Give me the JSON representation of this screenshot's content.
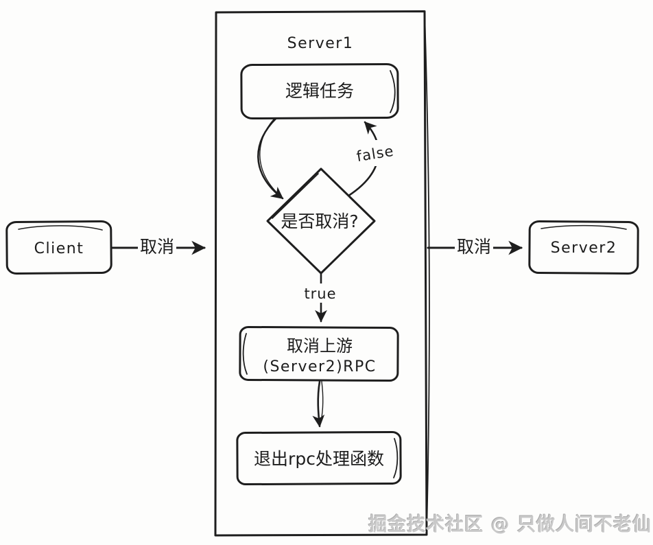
{
  "page": {
    "background": "#fdfdfc",
    "ink_color": "#1e1e1e",
    "watermark_color": "#c9c9c9"
  },
  "diagram": {
    "container": {
      "title": "Server1"
    },
    "nodes": {
      "client": {
        "label": "Client"
      },
      "server2": {
        "label": "Server2"
      },
      "logic_task": {
        "label": "逻辑任务"
      },
      "decision": {
        "label": "是否取消?"
      },
      "cancel_upstream": {
        "line1": "取消上游",
        "line2": "(Server2)RPC"
      },
      "exit_handler": {
        "label": "退出rpc处理函数"
      }
    },
    "edges": {
      "client_to_server1": {
        "label": "取消"
      },
      "server1_to_server2": {
        "label": "取消"
      },
      "decision_false": {
        "label": "false"
      },
      "decision_true": {
        "label": "true"
      }
    },
    "watermark": "掘金技术社区 @ 只做人间不老仙"
  }
}
